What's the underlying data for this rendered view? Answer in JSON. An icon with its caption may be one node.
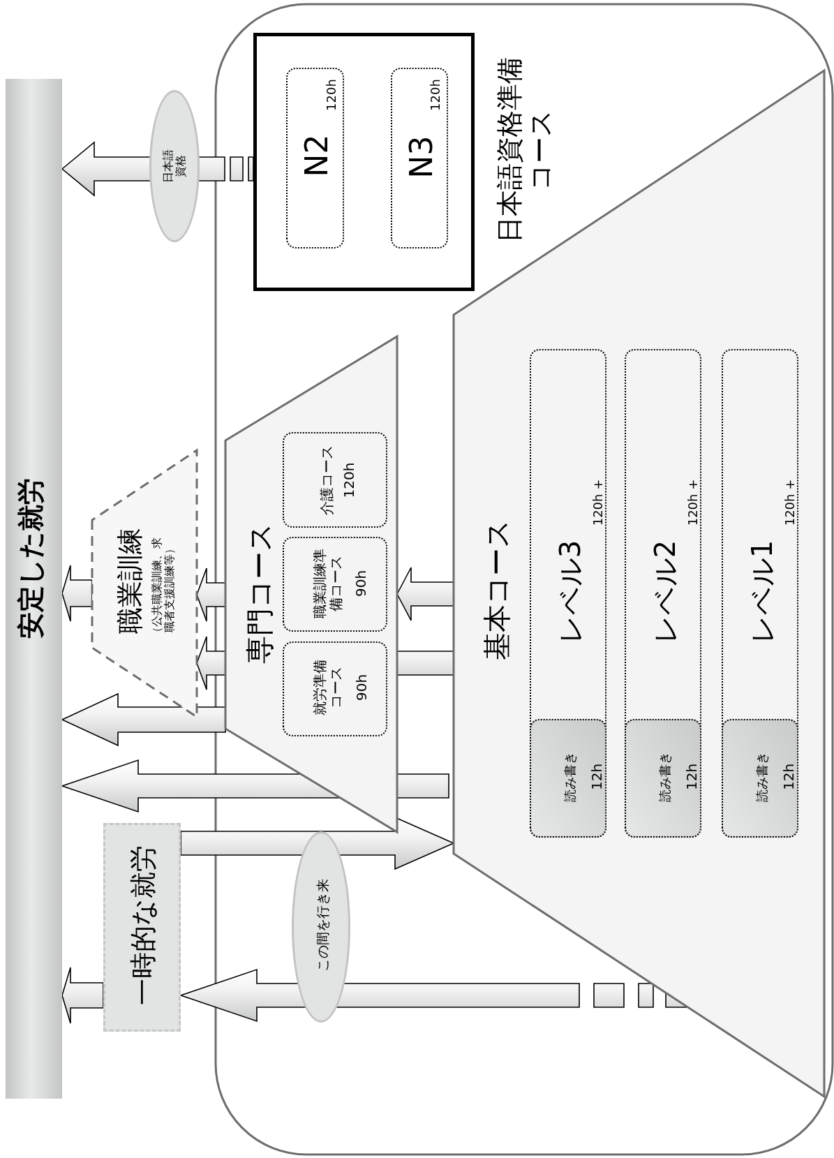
{
  "diagram": {
    "nodes": [
      {
        "text": [
          "安定した就労"
        ]
      },
      {
        "text": [
          "日本語資格準備コース"
        ]
      },
      {
        "text": [
          "N2",
          "120h"
        ],
        "in": 1
      },
      {
        "text": [
          "N3",
          "120h"
        ],
        "in": 1
      },
      {
        "text": [
          "職業訓練",
          "（公共職業訓練、求職者支援訓練等）"
        ]
      },
      {
        "text": [
          "専門コース"
        ]
      },
      {
        "text": [
          "介護コース",
          "120h"
        ],
        "in": 5
      },
      {
        "text": [
          "職業訓練準備コース",
          "90h"
        ],
        "in": 5
      },
      {
        "text": [
          "就労準備コース",
          "90h"
        ],
        "in": 5
      },
      {
        "text": [
          "基本コース"
        ]
      },
      {
        "text": [
          "レベル3",
          "120h +"
        ],
        "in": 9
      },
      {
        "text": [
          "読み書き",
          "12h"
        ],
        "in": 10
      },
      {
        "text": [
          "レベル2",
          "120h +"
        ],
        "in": 9
      },
      {
        "text": [
          "読み書き",
          "12h"
        ],
        "in": 12
      },
      {
        "text": [
          "レベル1",
          "120h +"
        ],
        "in": 9
      },
      {
        "text": [
          "読み書き",
          "12h"
        ],
        "in": 14
      },
      {
        "text": [
          "一時的な就労"
        ]
      },
      {
        "text": [
          "この間を行き来"
        ]
      }
    ],
    "edges": [
      {
        "from": 1,
        "to": 0,
        "arrow": "to",
        "label": "日本語資格"
      },
      {
        "from": 9,
        "to": 5,
        "arrow": "to"
      },
      {
        "from": 5,
        "to": 4,
        "arrow": "to"
      },
      {
        "from": 4,
        "to": 0,
        "arrow": "to"
      },
      {
        "from": 9,
        "to": 4,
        "arrow": "to"
      },
      {
        "from": 5,
        "to": 0,
        "arrow": "to"
      },
      {
        "from": 9,
        "to": 0,
        "arrow": "to"
      },
      {
        "from": 16,
        "to": 9,
        "arrow": "to"
      },
      {
        "from": 9,
        "to": 16,
        "arrow": "to"
      },
      {
        "from": 16,
        "to": 0,
        "arrow": "to"
      }
    ]
  }
}
